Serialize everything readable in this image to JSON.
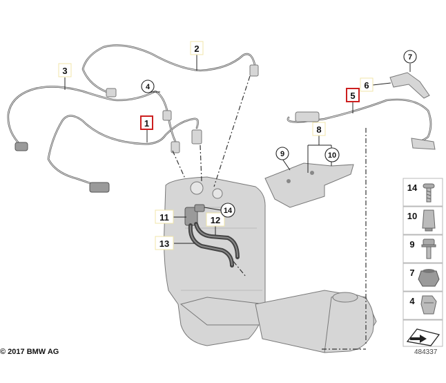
{
  "copyright": "© 2017 BMW AG",
  "diagram_number": "484337",
  "callouts": [
    {
      "id": "c1",
      "label": "1",
      "highlighted": true
    },
    {
      "id": "c2",
      "label": "2",
      "highlighted": false
    },
    {
      "id": "c3",
      "label": "3",
      "highlighted": false
    },
    {
      "id": "c4",
      "label": "4",
      "highlighted": false
    },
    {
      "id": "c5",
      "label": "5",
      "highlighted": true
    },
    {
      "id": "c6",
      "label": "6",
      "highlighted": false
    },
    {
      "id": "c7",
      "label": "7",
      "highlighted": false
    },
    {
      "id": "c8",
      "label": "8",
      "highlighted": false
    },
    {
      "id": "c9",
      "label": "9",
      "highlighted": false
    },
    {
      "id": "c10",
      "label": "10",
      "highlighted": false
    },
    {
      "id": "c11",
      "label": "11",
      "highlighted": false
    },
    {
      "id": "c12",
      "label": "12",
      "highlighted": false
    },
    {
      "id": "c13",
      "label": "13",
      "highlighted": false
    },
    {
      "id": "c14",
      "label": "14",
      "highlighted": false
    }
  ],
  "legend": {
    "items": [
      {
        "label": "14",
        "icon": "screw-icon"
      },
      {
        "label": "10",
        "icon": "clip-nut-icon"
      },
      {
        "label": "9",
        "icon": "flange-bolt-icon"
      },
      {
        "label": "7",
        "icon": "hex-nut-icon"
      },
      {
        "label": "4",
        "icon": "spring-clip-icon"
      }
    ],
    "direction_icon": "direction-arrow-icon"
  },
  "colors": {
    "highlight": "#cc1f1f",
    "callout_border": "#f0e6a8",
    "part_fill": "#d6d6d6"
  }
}
